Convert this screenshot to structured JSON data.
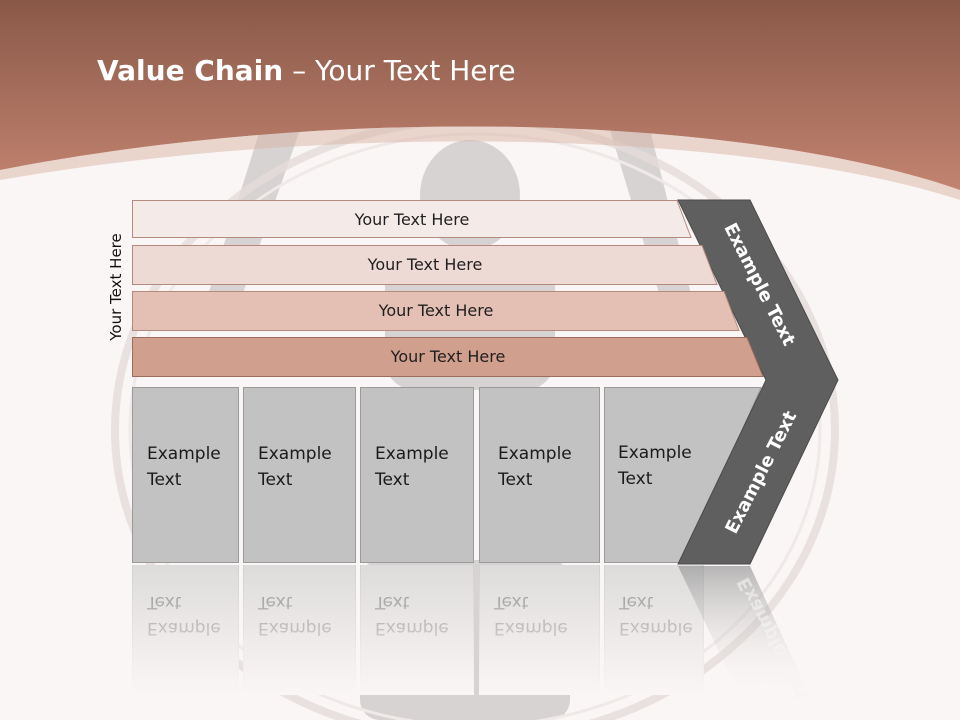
{
  "header": {
    "title_bold": "Value Chain",
    "title_rest": " – Your Text Here"
  },
  "side_label": "Your Text Here",
  "bars": [
    {
      "label": "Your Text Here",
      "color": "#f4ebe9"
    },
    {
      "label": "Your Text Here",
      "color": "#eedad4"
    },
    {
      "label": "Your Text Here",
      "color": "#e4c0b4"
    },
    {
      "label": "Your Text Here",
      "color": "#d19f8d"
    }
  ],
  "boxes": [
    {
      "line1": "Example",
      "line2": "Text"
    },
    {
      "line1": "Example",
      "line2": "Text"
    },
    {
      "line1": "Example",
      "line2": "Text"
    },
    {
      "line1": "Example",
      "line2": "Text"
    },
    {
      "line1": "Example",
      "line2": "Text"
    }
  ],
  "chevron": {
    "upper_label": "Example Text",
    "lower_label": "Example Text",
    "color": "#5f5f5f"
  },
  "colors": {
    "header_band": "#b87560",
    "background": "#faf6f5"
  }
}
